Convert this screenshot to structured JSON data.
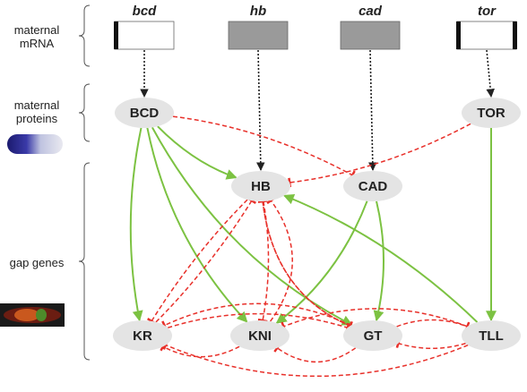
{
  "row_labels": {
    "maternal_mrna": "maternal\nmRNA",
    "maternal_proteins": "maternal\nproteins",
    "gap_genes": "gap genes"
  },
  "genes": [
    {
      "id": "bcd",
      "title": "bcd",
      "protein": "BCD",
      "box_fill": "#ffffff",
      "stripe": "left"
    },
    {
      "id": "hb",
      "title": "hb",
      "protein": "HB",
      "box_fill": "#9a9a9a",
      "stripe": "none"
    },
    {
      "id": "cad",
      "title": "cad",
      "protein": "CAD",
      "box_fill": "#9a9a9a",
      "stripe": "none"
    },
    {
      "id": "tor",
      "title": "tor",
      "protein": "TOR",
      "box_fill": "#ffffff",
      "stripe": "both"
    }
  ],
  "nodes": {
    "BCD": "BCD",
    "TOR": "TOR",
    "HB": "HB",
    "CAD": "CAD",
    "KR": "KR",
    "KNI": "KNI",
    "GT": "GT",
    "TLL": "TLL"
  },
  "edges": {
    "activation": [
      [
        "BCD",
        "HB"
      ],
      [
        "BCD",
        "KR"
      ],
      [
        "BCD",
        "KNI"
      ],
      [
        "BCD",
        "GT"
      ],
      [
        "CAD",
        "KNI"
      ],
      [
        "CAD",
        "GT"
      ],
      [
        "TOR",
        "TLL"
      ],
      [
        "TLL",
        "HB"
      ]
    ],
    "repression": [
      [
        "BCD",
        "CAD"
      ],
      [
        "TOR",
        "HB"
      ],
      [
        "HB",
        "KR"
      ],
      [
        "KR",
        "HB"
      ],
      [
        "HB",
        "KNI"
      ],
      [
        "KNI",
        "HB"
      ],
      [
        "HB",
        "GT"
      ],
      [
        "GT",
        "HB"
      ],
      [
        "KNI",
        "KR"
      ],
      [
        "GT",
        "KR"
      ],
      [
        "TLL",
        "KR"
      ],
      [
        "KR",
        "GT"
      ],
      [
        "GT",
        "KNI"
      ],
      [
        "TLL",
        "KNI"
      ],
      [
        "TLL",
        "GT"
      ],
      [
        "GT",
        "TLL"
      ]
    ]
  },
  "colors": {
    "activation": "#7cc242",
    "repression": "#e8302a",
    "node_fill": "#e4e4e4",
    "translation": "#222222"
  },
  "icons": [
    "embryo-bcd-gradient-icon",
    "embryo-gap-gene-stain-icon"
  ]
}
